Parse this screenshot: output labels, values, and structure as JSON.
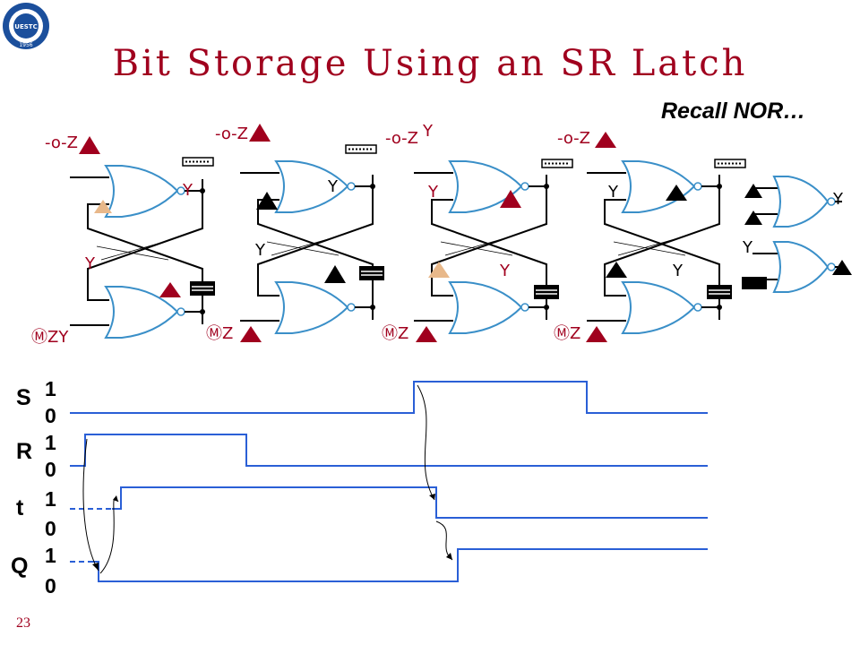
{
  "title": "Bit Storage Using an SR Latch",
  "subtitle": "Recall NOR…",
  "page_number": "23",
  "logo": {
    "text": "UESTC",
    "year": "1956"
  },
  "colors": {
    "title": "#a0001e",
    "gate": "#3a8fc8",
    "wave": "#2a5fd6",
    "marker": "#a0001e"
  },
  "timing": {
    "signals": [
      {
        "name": "S",
        "high": "1",
        "low": "0"
      },
      {
        "name": "R",
        "high": "1",
        "low": "0"
      },
      {
        "name": "t",
        "high": "1",
        "low": "0"
      },
      {
        "name": "Q",
        "high": "1",
        "low": "0"
      }
    ]
  }
}
